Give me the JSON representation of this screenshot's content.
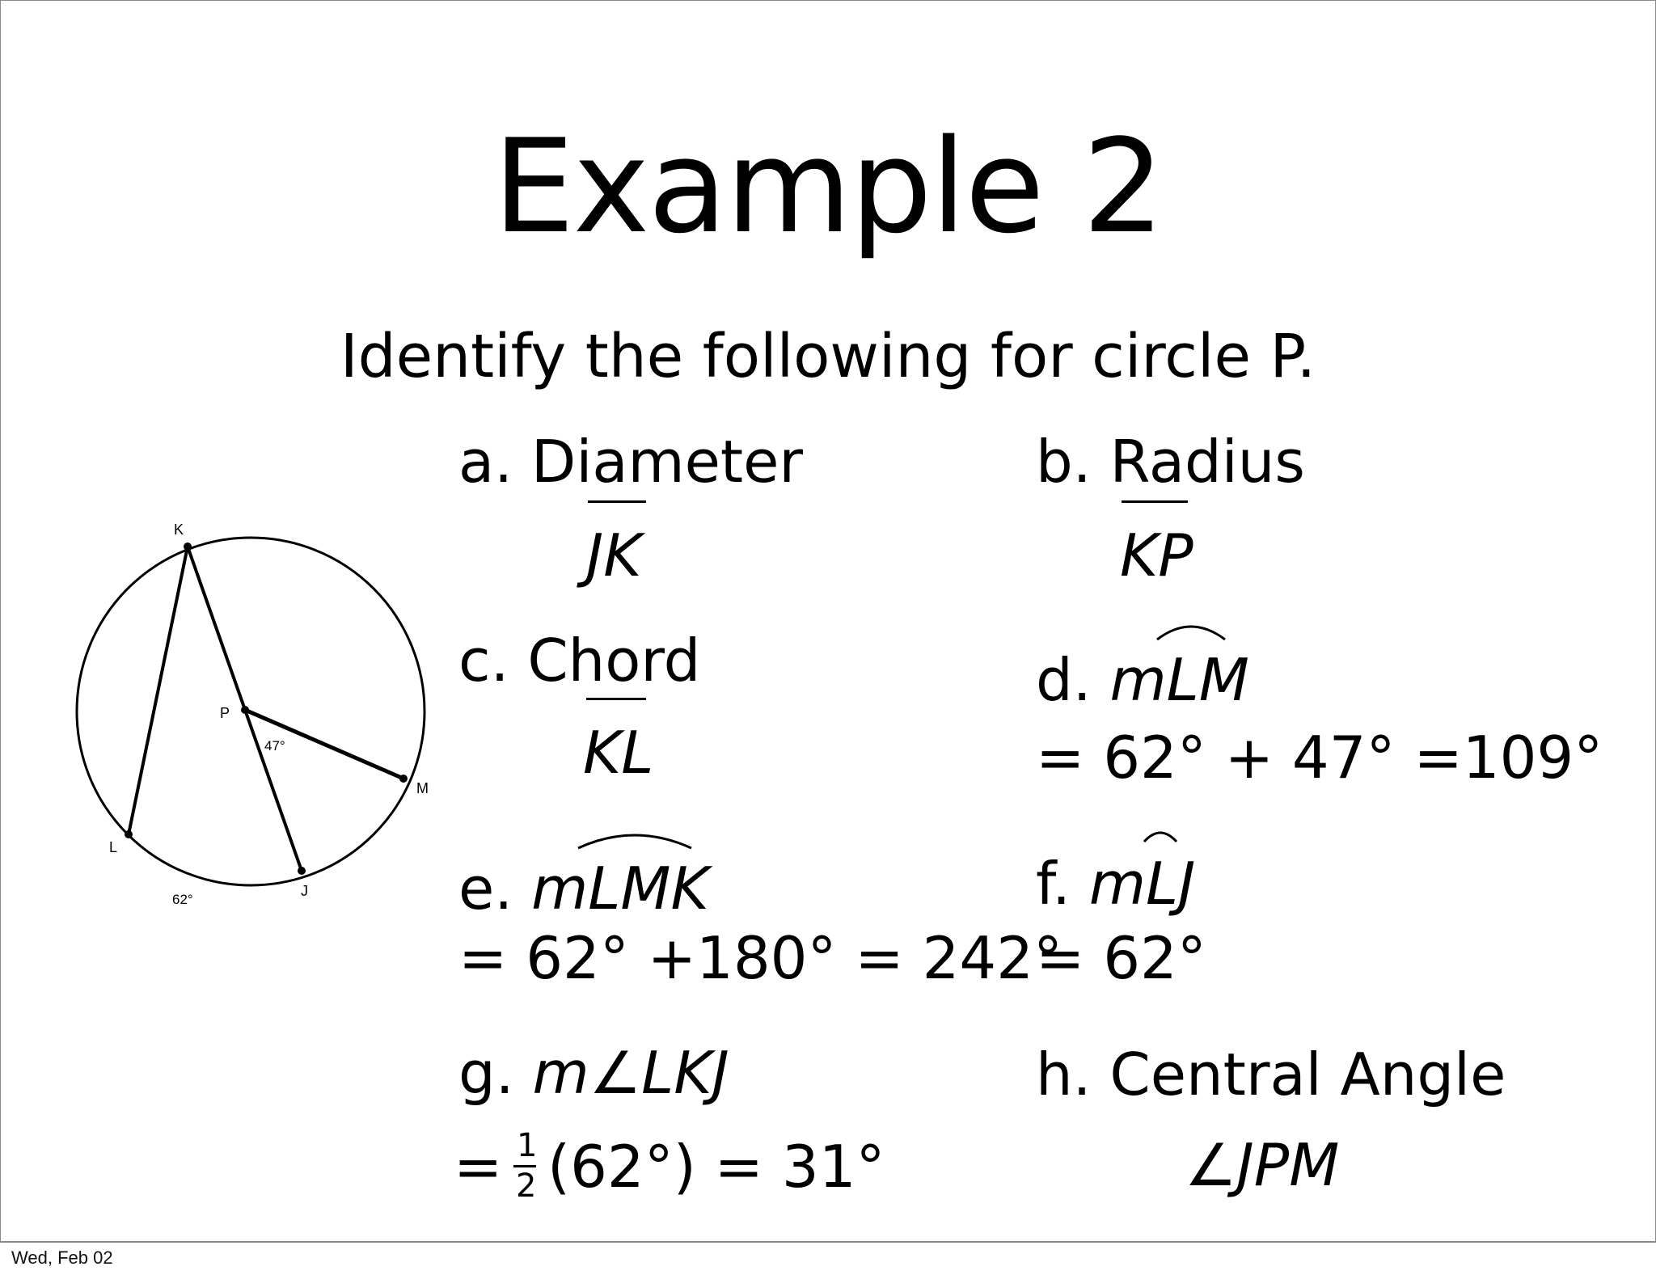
{
  "slide": {
    "title": "Example 2",
    "subtitle": "Identify the following for circle P.",
    "footer_date": "Wed, Feb 02"
  },
  "items": {
    "a": {
      "prefix": "a.",
      "label": "Diameter",
      "answer": "JK"
    },
    "b": {
      "prefix": "b.",
      "label": "Radius",
      "answer": "KP"
    },
    "c": {
      "prefix": "c.",
      "label": "Chord",
      "answer": "KL"
    },
    "d": {
      "prefix": "d.",
      "label": "mLM",
      "answer": "= 62° + 47° =109°"
    },
    "e": {
      "prefix": "e.",
      "label": "mLMK",
      "answer": "= 62° +180° = 242°"
    },
    "f": {
      "prefix": "f.",
      "label": "mLJ",
      "answer": "= 62°"
    },
    "g": {
      "prefix": "g.",
      "label": "m∠LKJ",
      "answer_pre": "=",
      "frac_num": "1",
      "frac_den": "2",
      "answer_post": "(62°) = 31°"
    },
    "h": {
      "prefix": "h.",
      "label": "Central Angle",
      "answer": "∠JPM"
    }
  },
  "diagram": {
    "points": {
      "K": "K",
      "P": "P",
      "M": "M",
      "L": "L",
      "J": "J"
    },
    "angle_label": "47°",
    "arc_label": "62°"
  }
}
